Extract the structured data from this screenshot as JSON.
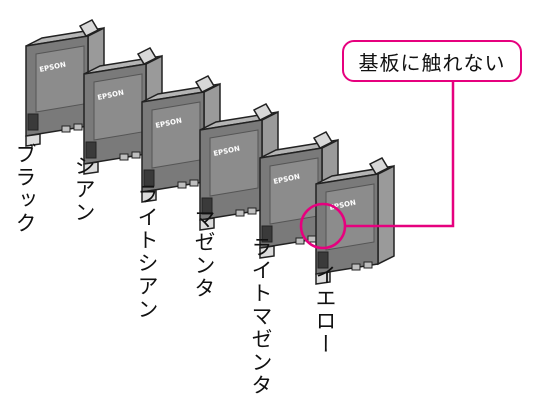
{
  "brand_label": "EPSON",
  "callout": {
    "text": "基板に触れない"
  },
  "cartridges": [
    {
      "label": "ブラック"
    },
    {
      "label": "シアン"
    },
    {
      "label": "ライトシアン"
    },
    {
      "label": "マゼンタ"
    },
    {
      "label": "ライトマゼンタ"
    },
    {
      "label": "イエロー"
    }
  ],
  "colors": {
    "accent": "#e6007e",
    "cartridge_body": "#7a7a7a",
    "cartridge_outline": "#222222",
    "label_panel": "#8c8c8c"
  }
}
